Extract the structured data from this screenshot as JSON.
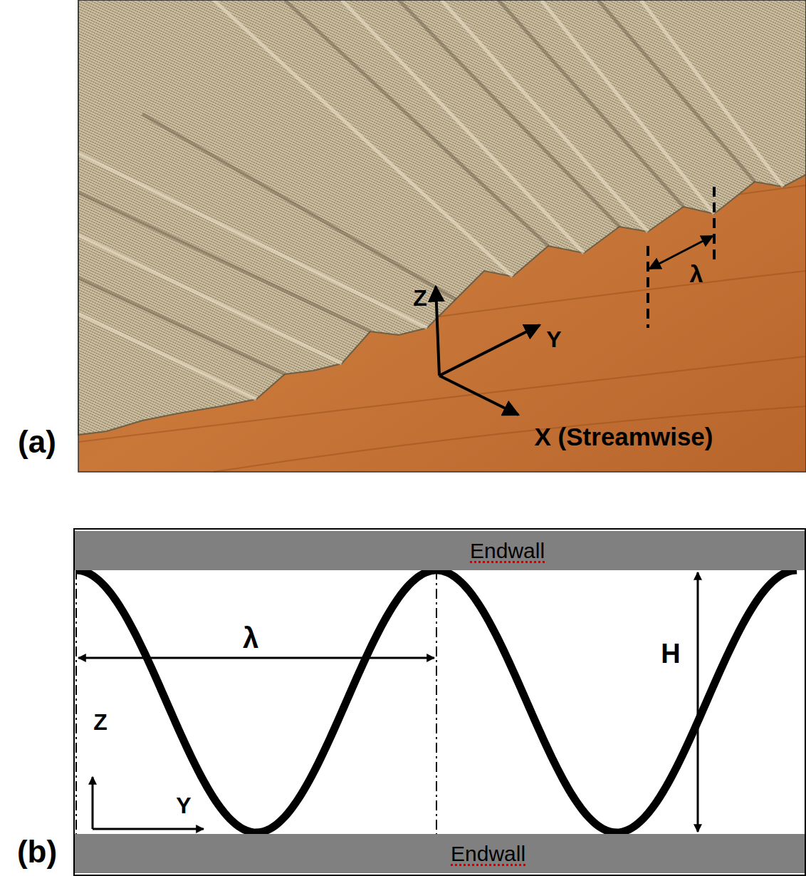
{
  "diagram": {
    "nodes": [
      {
        "text": [
          "Endwall"
        ]
      },
      {
        "text": [
          "Endwall"
        ]
      }
    ],
    "labels": [
      "Z",
      "Y",
      "X (Streamwise)",
      "λ",
      "(a)",
      "λ",
      "H",
      "Z",
      "Y",
      "(b)"
    ]
  }
}
